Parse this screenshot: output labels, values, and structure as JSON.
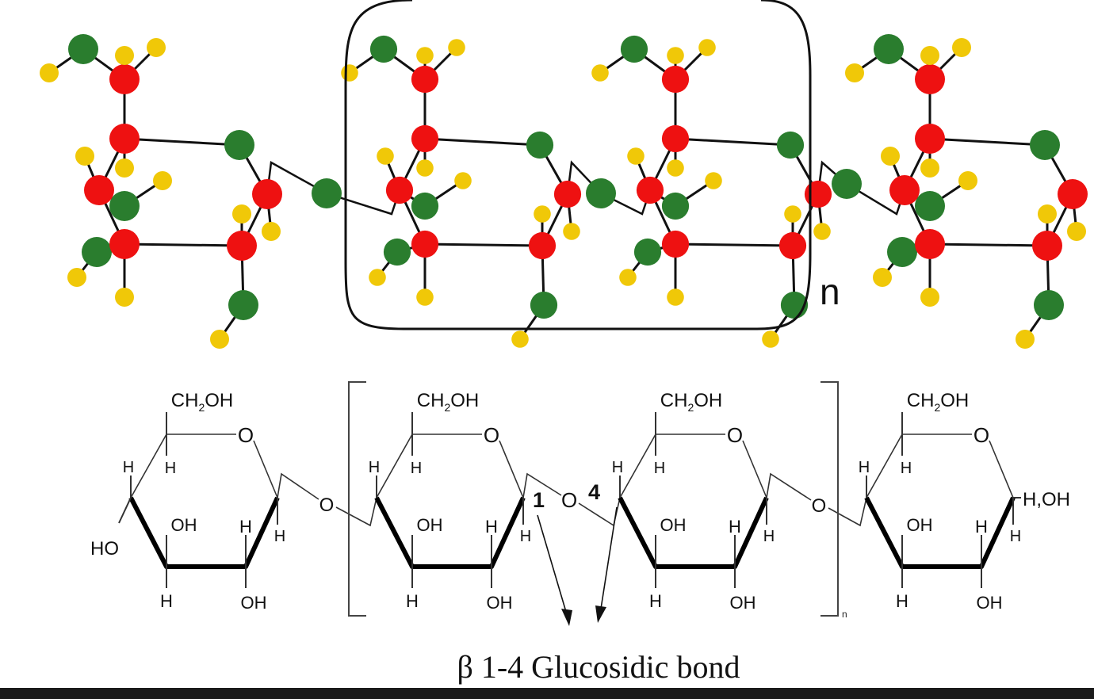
{
  "diagram": {
    "repeat_label_ball_model": "n",
    "repeat_label_haworth": "n",
    "caption": "β 1-4 Glucosidic bond",
    "bond_labels": {
      "c1": "1",
      "bridge_o": "O",
      "c4": "4"
    },
    "atoms": {
      "ch2oh": "CH2OH",
      "ring_o": "O",
      "link_o": "O",
      "h": "H",
      "oh": "OH",
      "ho": "HO",
      "hoh": "H,OH"
    },
    "colors": {
      "carbon": "#ee1111",
      "oxygen": "#2a7d2e",
      "hydrogen": "#f0c808",
      "bond": "#111111",
      "ring_bold": "#000000"
    }
  }
}
